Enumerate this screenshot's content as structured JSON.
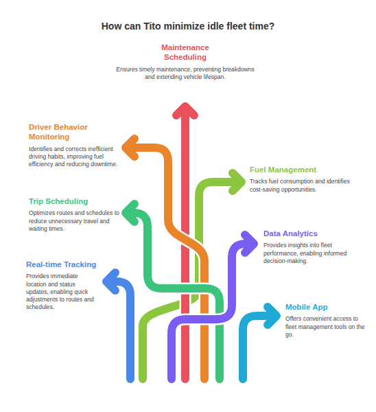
{
  "diagram": {
    "title": "How can Tito minimize idle fleet time?",
    "nodes": [
      {
        "text": [
          "Maintenance Scheduling",
          "Ensures timely maintenance, preventing breakdowns and extending vehicle lifespan."
        ]
      },
      {
        "text": [
          "Driver Behavior Monitoring",
          "Identifies and corrects inefficient driving habits, improving fuel efficiency and reducing downtime."
        ]
      },
      {
        "text": [
          "Fuel Management",
          "Tracks fuel consumption and identifies cost-saving opportunities."
        ]
      },
      {
        "text": [
          "Trip Scheduling",
          "Optimizes routes and schedules to reduce unnecessary travel and waiting times."
        ]
      },
      {
        "text": [
          "Data Analytics",
          "Provides insights into fleet performance, enabling informed decision-making."
        ]
      },
      {
        "text": [
          "Real-time Tracking",
          "Provides immediate location and status updates, enabling quick adjustments to routes and schedules."
        ]
      },
      {
        "text": [
          "Mobile App",
          "Offers convenient access to fleet management tools on the go."
        ]
      }
    ]
  }
}
